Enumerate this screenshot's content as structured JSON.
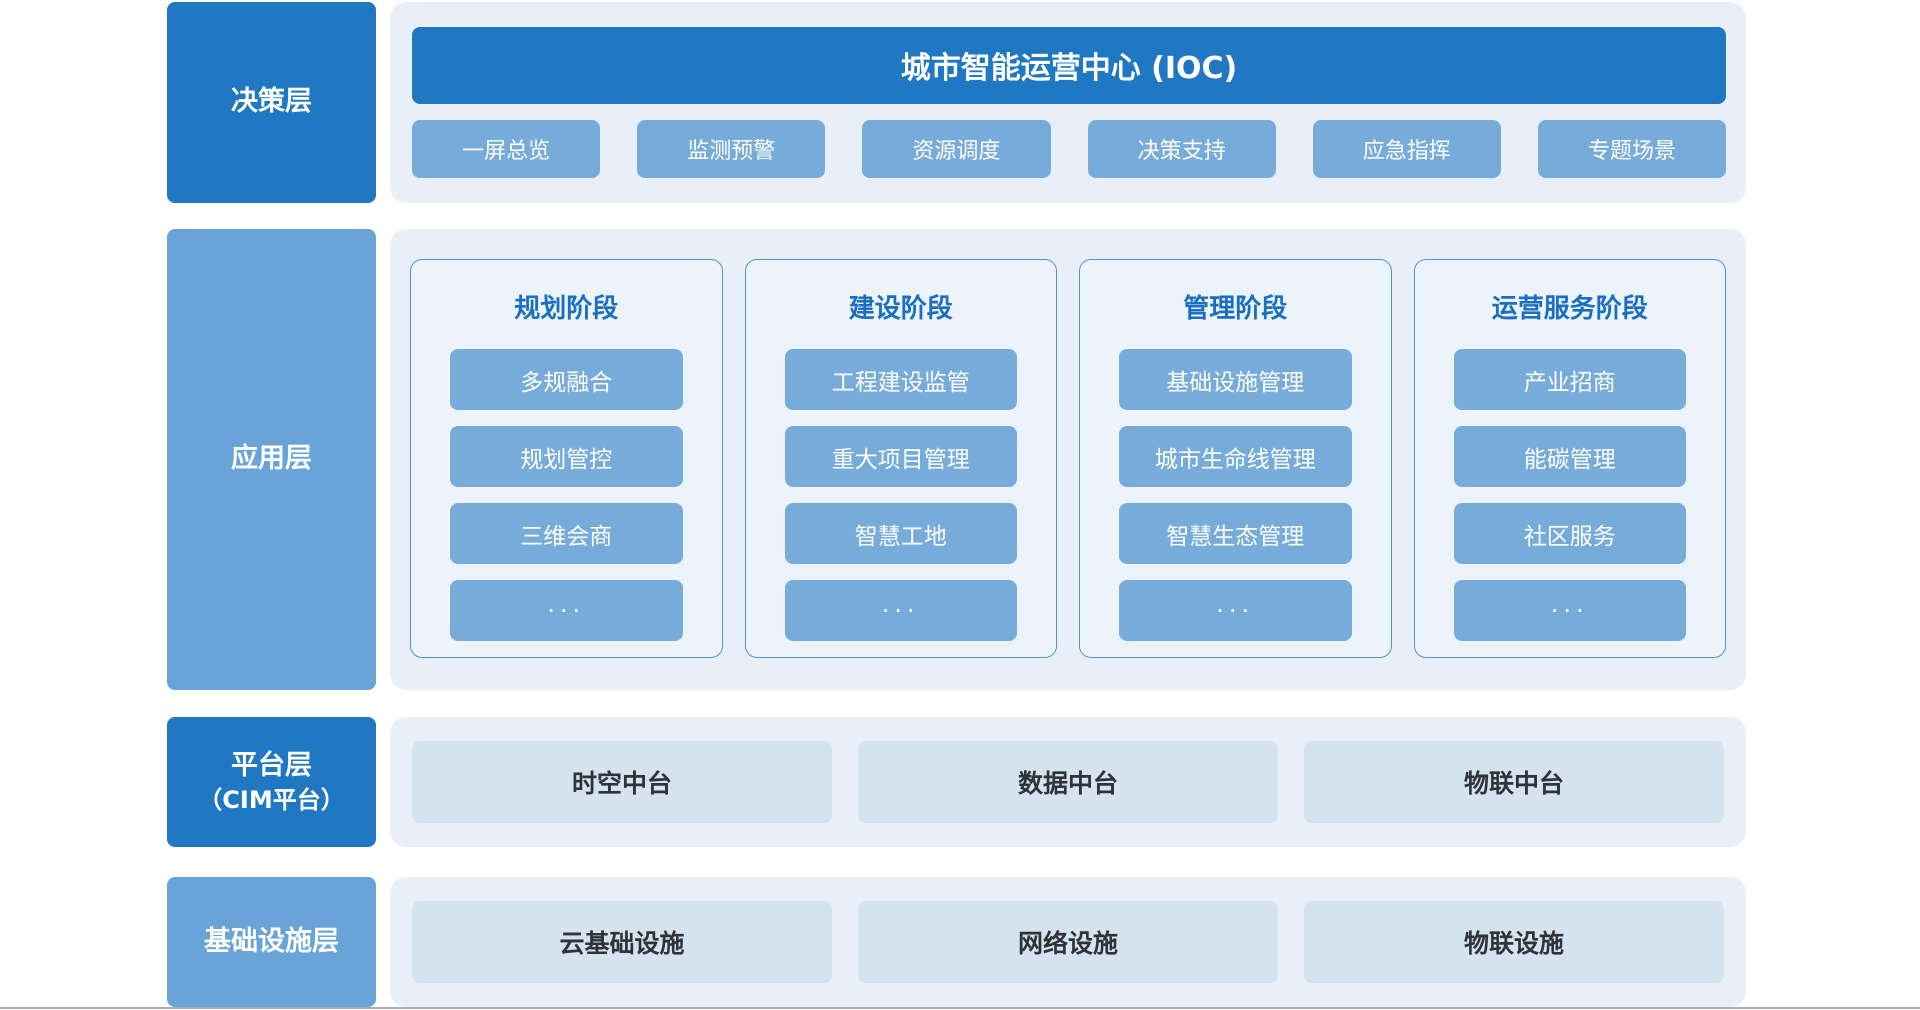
{
  "decision": {
    "label": "决策层",
    "title": "城市智能运营中心 (IOC)",
    "buttons": [
      "一屏总览",
      "监测预警",
      "资源调度",
      "决策支持",
      "应急指挥",
      "专题场景"
    ]
  },
  "application": {
    "label": "应用层",
    "columns": [
      {
        "title": "规划阶段",
        "items": [
          "多规融合",
          "规划管控",
          "三维会商",
          "···"
        ]
      },
      {
        "title": "建设阶段",
        "items": [
          "工程建设监管",
          "重大项目管理",
          "智慧工地",
          "···"
        ]
      },
      {
        "title": "管理阶段",
        "items": [
          "基础设施管理",
          "城市生命线管理",
          "智慧生态管理",
          "···"
        ]
      },
      {
        "title": "运营服务阶段",
        "items": [
          "产业招商",
          "能碳管理",
          "社区服务",
          "···"
        ]
      }
    ]
  },
  "platform": {
    "label_line1": "平台层",
    "label_line2": "（CIM平台）",
    "boxes": [
      "时空中台",
      "数据中台",
      "物联中台"
    ]
  },
  "infrastructure": {
    "label": "基础设施层",
    "boxes": [
      "云基础设施",
      "网络设施",
      "物联设施"
    ]
  },
  "colors": {
    "dark_blue": "#1f78c1",
    "medium_blue": "#68a4d7",
    "chip_blue": "#77abd9",
    "panel_bg": "#e9eff8",
    "column_bg": "#edf3fb",
    "column_border": "#4d94d0",
    "column_title_text": "#1a6fc0",
    "mid_box_bg": "#d5e3f1",
    "mid_box_text": "#2f3338",
    "bottom_line": "#a8adb5"
  }
}
